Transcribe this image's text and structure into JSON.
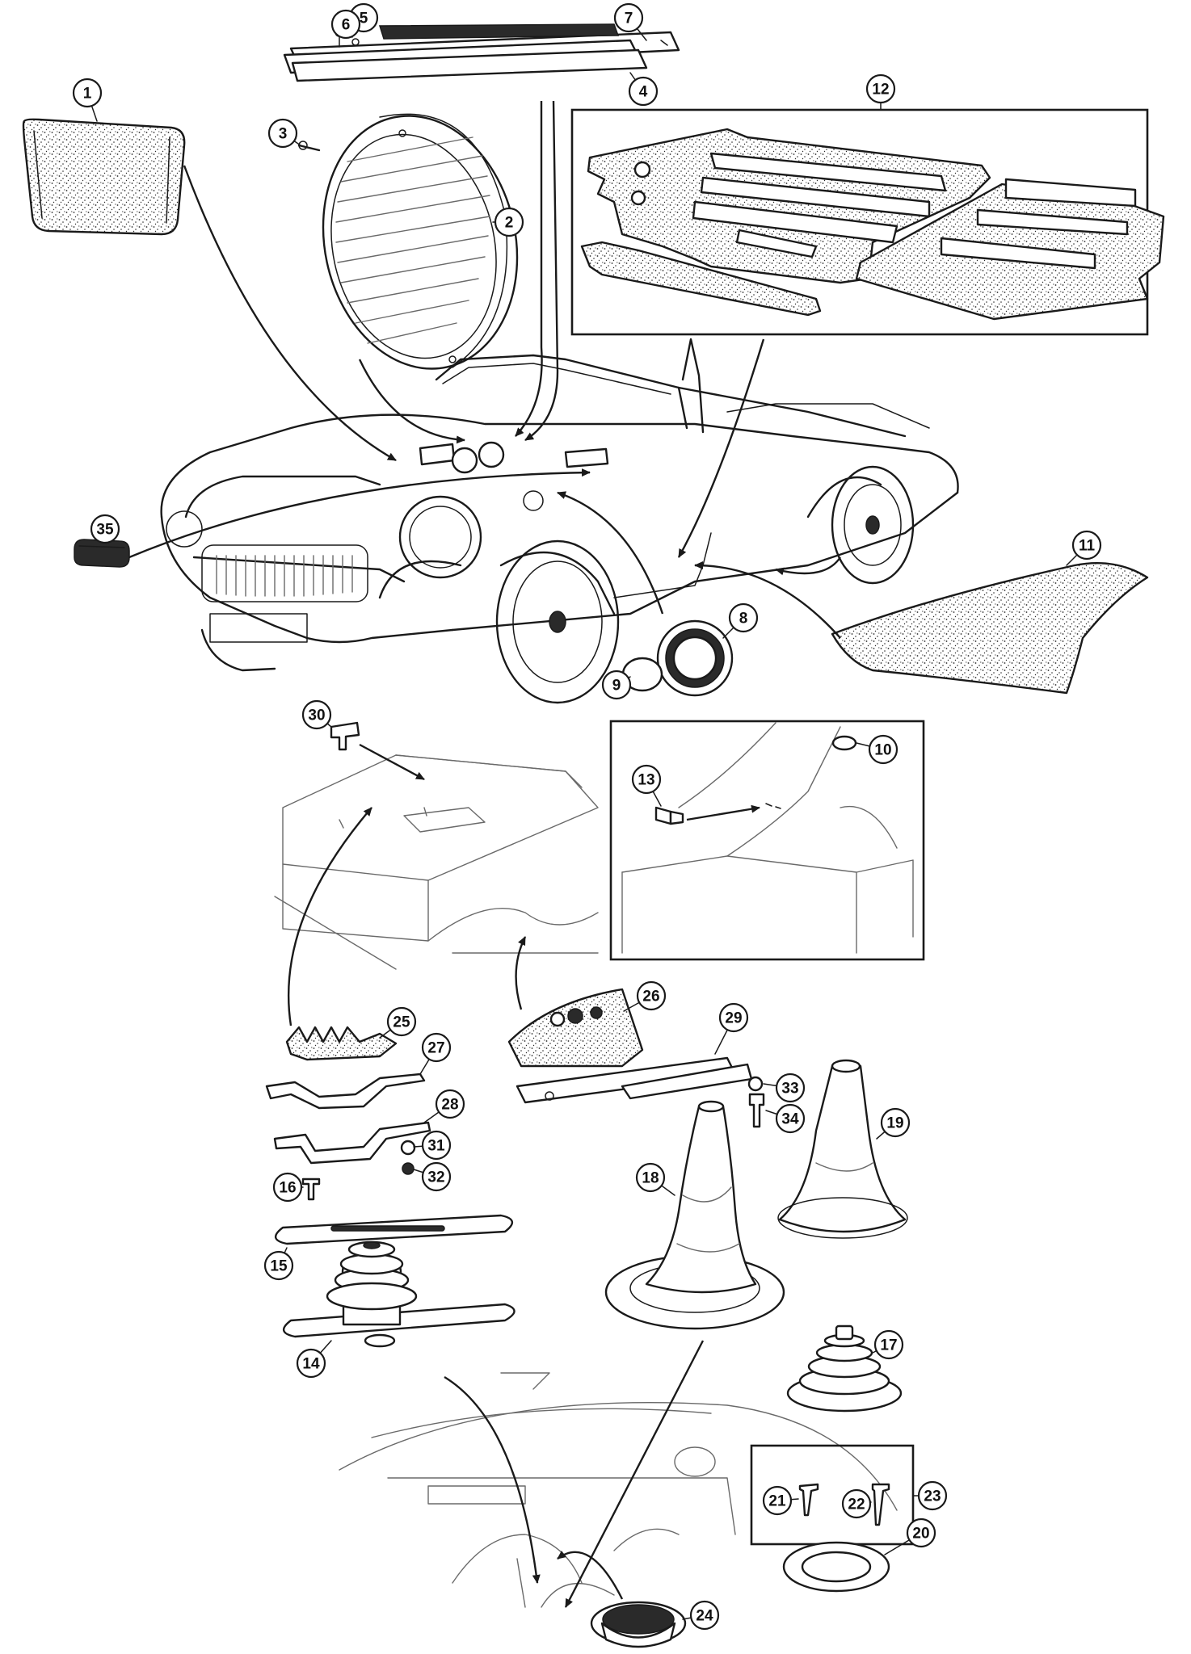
{
  "callouts": [
    {
      "num": "1"
    },
    {
      "num": "2"
    },
    {
      "num": "3"
    },
    {
      "num": "4"
    },
    {
      "num": "5"
    },
    {
      "num": "6"
    },
    {
      "num": "7"
    },
    {
      "num": "8"
    },
    {
      "num": "9"
    },
    {
      "num": "10"
    },
    {
      "num": "11"
    },
    {
      "num": "12"
    },
    {
      "num": "13"
    },
    {
      "num": "14"
    },
    {
      "num": "15"
    },
    {
      "num": "16"
    },
    {
      "num": "17"
    },
    {
      "num": "18"
    },
    {
      "num": "19"
    },
    {
      "num": "20"
    },
    {
      "num": "21"
    },
    {
      "num": "22"
    },
    {
      "num": "23"
    },
    {
      "num": "24"
    },
    {
      "num": "25"
    },
    {
      "num": "26"
    },
    {
      "num": "27"
    },
    {
      "num": "28"
    },
    {
      "num": "29"
    },
    {
      "num": "30"
    },
    {
      "num": "31"
    },
    {
      "num": "32"
    },
    {
      "num": "33"
    },
    {
      "num": "34"
    },
    {
      "num": "35"
    }
  ],
  "colors": {
    "ink": "#1a1a1a",
    "paper": "#ffffff"
  }
}
